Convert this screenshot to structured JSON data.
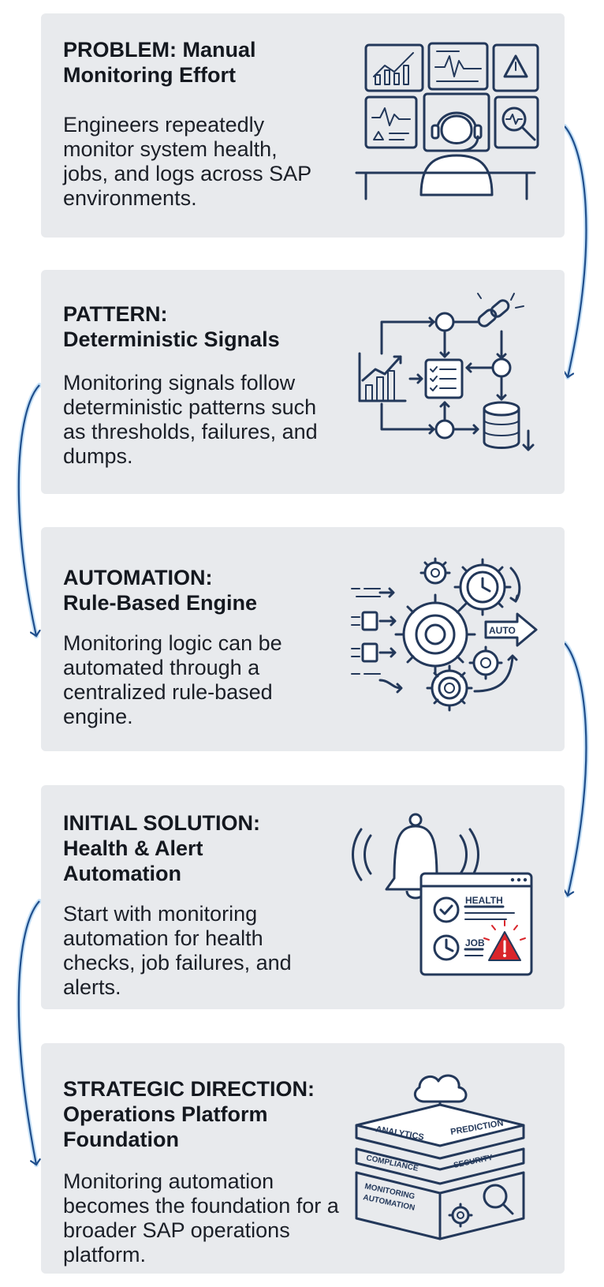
{
  "steps": [
    {
      "title_line1": "PROBLEM: Manual",
      "title_line2": "Monitoring Effort",
      "title_line3": "",
      "body": "Engineers repeatedly monitor system health, jobs, and logs across SAP environments.",
      "icon": "engineer-monitoring-dashboards-icon"
    },
    {
      "title_line1": "PATTERN:",
      "title_line2": "Deterministic Signals",
      "title_line3": "",
      "body": "Monitoring signals follow deterministic patterns such as thresholds, failures, and dumps.",
      "icon": "signal-flow-diagram-icon"
    },
    {
      "title_line1": "AUTOMATION:",
      "title_line2": "Rule-Based Engine",
      "title_line3": "",
      "body": "Monitoring logic can be automated through a centralized rule-based engine.",
      "icon": "gears-automation-icon"
    },
    {
      "title_line1": "INITIAL SOLUTION:",
      "title_line2": "Health & Alert",
      "title_line3": "Automation",
      "body": "Start with monitoring automation for health checks, job failures, and alerts.",
      "icon": "bell-alert-panel-icon"
    },
    {
      "title_line1": "STRATEGIC DIRECTION:",
      "title_line2": "Operations Platform",
      "title_line3": "Foundation",
      "body": "Monitoring automation becomes the foundation for a broader SAP operations platform.",
      "icon": "platform-stack-icon"
    }
  ],
  "icon_labels": {
    "auto": "AUTO",
    "health": "HEALTH",
    "job": "JOB",
    "analytics": "ANALYTICS",
    "prediction": "PREDICTION",
    "compliance": "COMPLIANCE",
    "security": "SECURITY",
    "monitoring": "MONITORING",
    "automation": "AUTOMATION"
  },
  "colors": {
    "card_background": "#e8eaed",
    "icon_stroke": "#23385a",
    "connector": "#1f4e8c",
    "connector_glow": "#9ecbf0",
    "alert_red": "#d9252b"
  }
}
